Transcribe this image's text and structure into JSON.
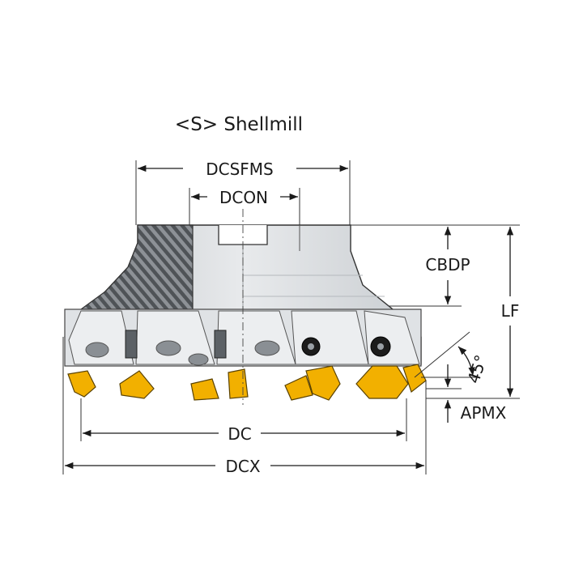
{
  "title": "<S> Shellmill",
  "dimensions": {
    "dcsfms": "DCSFMS",
    "dcon": "DCON",
    "cbdp": "CBDP",
    "lf": "LF",
    "apmx": "APMX",
    "dc": "DC",
    "dcx": "DCX",
    "angle": "45°"
  },
  "colors": {
    "insert": "#f2b000",
    "body": "#d7dadd",
    "hatch": "#5e6368"
  }
}
